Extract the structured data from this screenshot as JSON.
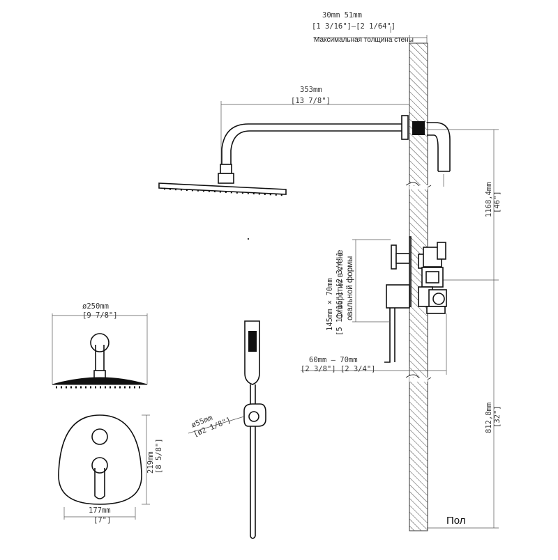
{
  "labels": {
    "wall_depth_mm": "30mm      51mm",
    "wall_depth_in": "[1 3/16\"]—[2 1/64\"]",
    "wall_thickness_caption": "Максимальная толщина стены",
    "arm_length_mm": "353mm",
    "arm_length_in": "[13 7/8\"]",
    "height_upper_mm": "1168,4mm",
    "height_upper_in": "[46\"]",
    "height_lower_mm": "812,8mm",
    "height_lower_in": "[32\"]",
    "hole_size_mm": "145mm × 70mm",
    "hole_size_in": "[5 11/16\"]  [2 3/4\"]",
    "hole_caption_1": "Отверстие в стене",
    "hole_caption_2": "овальной формы",
    "depth_mm": "60mm  —  70mm",
    "depth_in": "[2 3/8\"]  [2 3/4\"]",
    "head_diameter_mm": "ø250mm",
    "head_diameter_in": "[9 7/8\"]",
    "plate_height_mm": "219mm",
    "plate_height_in": "[8 5/8\"]",
    "plate_width_mm": "177mm",
    "plate_width_in": "[7\"]",
    "hand_shower_mm": "ø55mm",
    "hand_shower_in": "[ø2 1/8\"]",
    "floor": "Пол"
  }
}
